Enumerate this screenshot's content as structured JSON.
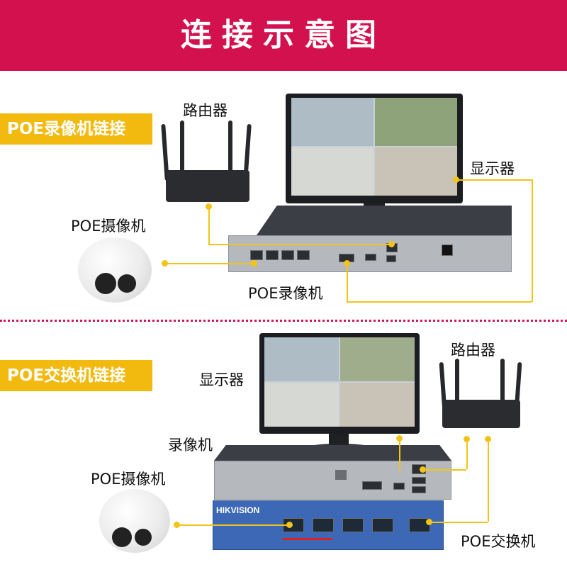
{
  "header": {
    "title": "连接示意图"
  },
  "section1": {
    "badge": "POE录像机链接",
    "router_label": "路由器",
    "monitor_label": "显示器",
    "camera_label": "POE摄像机",
    "recorder_label": "POE录像机"
  },
  "section2": {
    "badge": "POE交换机链接",
    "router_label": "路由器",
    "monitor_label": "显示器",
    "recorder_label": "录像机",
    "camera_label": "POE摄像机",
    "switch_label": "POE交换机",
    "switch_brand": "HIKVISION"
  },
  "colors": {
    "header": "#d3114e",
    "badge": "#f2b90f",
    "wire": "#f2c417",
    "switch": "#3c68b5"
  }
}
